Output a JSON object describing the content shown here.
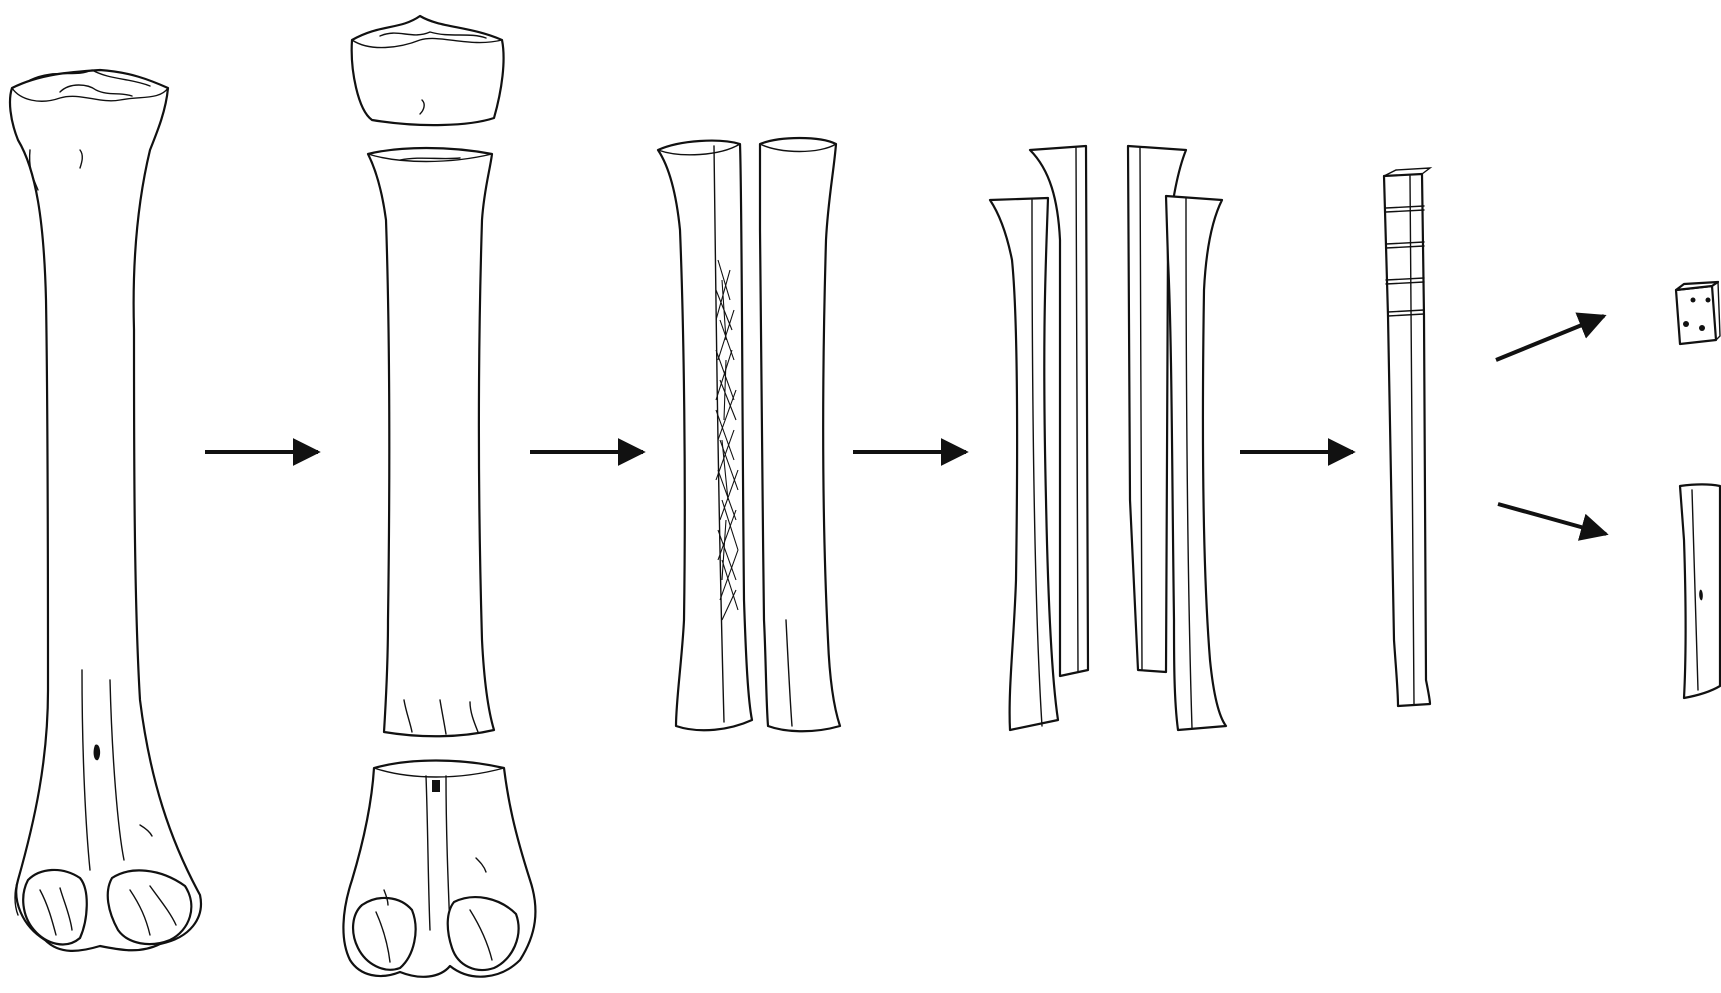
{
  "figure": {
    "kind": "bone working sequence illustration",
    "stages": [
      {
        "id": "stage-1",
        "icon": "whole-metapodial-bone-icon"
      },
      {
        "id": "stage-2",
        "icon": "bone-with-ends-removed-icon"
      },
      {
        "id": "stage-3",
        "icon": "bone-split-in-half-icon"
      },
      {
        "id": "stage-4",
        "icon": "bone-split-in-quarters-icon"
      },
      {
        "id": "stage-5",
        "icon": "scored-bone-rod-icon"
      },
      {
        "id": "stage-6a",
        "icon": "bone-die-icon"
      },
      {
        "id": "stage-6b",
        "icon": "bone-blank-icon"
      }
    ],
    "arrow_icon": "right-arrow-icon",
    "colors": {
      "ink": "#111111",
      "background": "#ffffff"
    }
  }
}
